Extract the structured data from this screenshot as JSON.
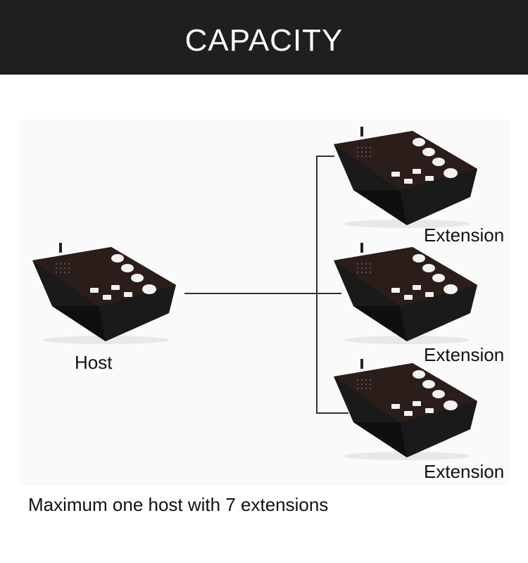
{
  "header": {
    "title": "CAPACITY"
  },
  "host": {
    "label": "Host"
  },
  "extensions": [
    {
      "label": "Extension"
    },
    {
      "label": "Extension"
    },
    {
      "label": "Extension"
    }
  ],
  "caption": "Maximum one host with 7 extensions",
  "colors": {
    "banner": "#1f1f1f",
    "device_body": "#1a1a1a",
    "device_panel": "#2a1d1a",
    "button": "#f2f2f2",
    "connector": "#333333"
  }
}
